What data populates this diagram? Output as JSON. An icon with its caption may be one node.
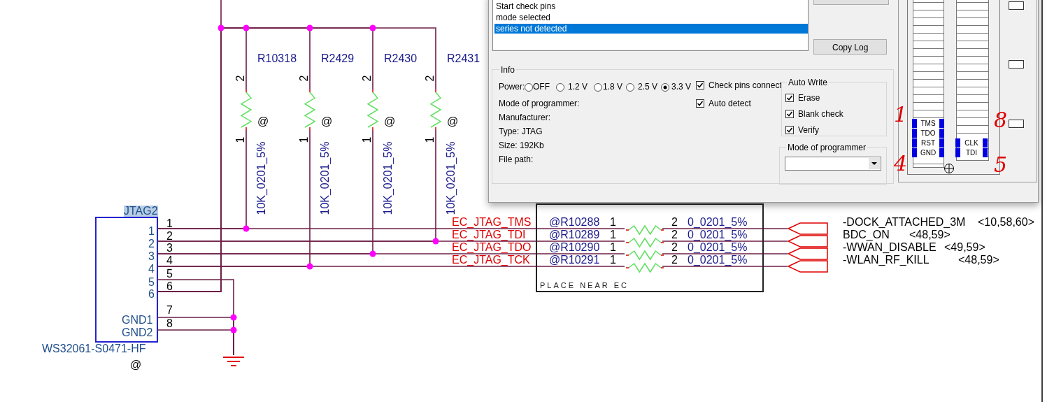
{
  "diagram": {
    "nodes": [
      {
        "text": [
          "JTAG2",
          "1",
          "2",
          "3",
          "4",
          "5",
          "6",
          "GND1",
          "GND2"
        ],
        "beside": [
          "1",
          "2",
          "3",
          "4",
          "5",
          "6",
          "7",
          "8",
          "WS32061-S0471-HF",
          "@"
        ]
      },
      {
        "text": [],
        "shape": "resistor",
        "beside": [
          "R10318",
          "2",
          "@",
          "1",
          "10K_0201_5%"
        ]
      },
      {
        "text": [],
        "shape": "resistor",
        "beside": [
          "R2429",
          "2",
          "@",
          "1",
          "10K_0201_5%"
        ]
      },
      {
        "text": [],
        "shape": "resistor",
        "beside": [
          "R2430",
          "2",
          "@",
          "1",
          "10K_0201_5%"
        ]
      },
      {
        "text": [],
        "shape": "resistor",
        "beside": [
          "R2431",
          "2",
          "@",
          "1",
          "10K_0201_5%"
        ]
      },
      {
        "text": [],
        "shape": "ground"
      },
      {
        "text": [
          "PLACE NEAR EC"
        ]
      },
      {
        "text": [],
        "shape": "resistor",
        "in": 6,
        "beside": [
          "@R10288",
          "1",
          "2",
          "0_0201_5%"
        ]
      },
      {
        "text": [],
        "shape": "resistor",
        "in": 6,
        "beside": [
          "@R10289",
          "1",
          "2",
          "0_0201_5%"
        ]
      },
      {
        "text": [],
        "shape": "resistor",
        "in": 6,
        "beside": [
          "@R10290",
          "1",
          "2",
          "0_0201_5%"
        ]
      },
      {
        "text": [],
        "shape": "resistor",
        "in": 6,
        "beside": [
          "@R10291",
          "1",
          "2",
          "0_0201_5%"
        ]
      },
      {
        "text": [],
        "shape": "connector",
        "beside": [
          "-DOCK_ATTACHED_3M",
          "<10,58,60>"
        ]
      },
      {
        "text": [],
        "shape": "connector",
        "beside": [
          "BDC_ON",
          "<48,59>"
        ]
      },
      {
        "text": [],
        "shape": "connector",
        "beside": [
          "-WWAN_DISABLE",
          "<49,59>"
        ]
      },
      {
        "text": [],
        "shape": "connector",
        "beside": [
          "-WLAN_RF_KILL",
          "<48,59>"
        ]
      },
      {
        "text": [],
        "shape": "window"
      },
      {
        "text": [],
        "shape": "button",
        "in": 15
      },
      {
        "text": [
          "Start check pins",
          "mode selected",
          "series not detected"
        ],
        "in": 15
      },
      {
        "text": [
          "Copy Log"
        ],
        "in": 15
      },
      {
        "text": [
          "Info",
          "Power:",
          "OFF",
          "1.2 V",
          "1.8 V",
          "2.5 V",
          "3.3 V",
          "Check pins connect",
          "Auto detect",
          "Mode of programmer:",
          "Manufacturer:",
          "Type: JTAG",
          "Size: 192Kb",
          "File path:"
        ],
        "in": 15
      },
      {
        "text": [
          "Auto Write",
          "Erase",
          "Blank check",
          "Verify"
        ],
        "in": 19
      },
      {
        "text": [
          "Mode of programmer"
        ],
        "in": 19
      },
      {
        "text": [],
        "shape": "box",
        "in": 15
      }
    ],
    "edges": [
      {
        "from": 0,
        "to": 7,
        "arrow": "none",
        "label": "EC_JTAG_TMS"
      },
      {
        "from": 0,
        "to": 8,
        "arrow": "none",
        "label": "EC_JTAG_TDI"
      },
      {
        "from": 0,
        "to": 9,
        "arrow": "none",
        "label": "EC_JTAG_TDO"
      },
      {
        "from": 0,
        "to": 10,
        "arrow": "none",
        "label": "EC_JTAG_TCK"
      },
      {
        "from": 7,
        "to": 11,
        "arrow": "none"
      },
      {
        "from": 8,
        "to": 12,
        "arrow": "none"
      },
      {
        "from": 9,
        "to": 13,
        "arrow": "none"
      },
      {
        "from": 10,
        "to": 14,
        "arrow": "none"
      },
      {
        "from": 0,
        "to": 1,
        "arrow": "none"
      },
      {
        "from": 0,
        "to": 4,
        "arrow": "none"
      },
      {
        "from": 0,
        "to": 3,
        "arrow": "none"
      },
      {
        "from": 0,
        "to": 2,
        "arrow": "none"
      },
      {
        "from": 0,
        "to": 1,
        "arrow": "none"
      },
      {
        "from": 0,
        "to": 2,
        "arrow": "none"
      },
      {
        "from": 0,
        "to": 3,
        "arrow": "none"
      },
      {
        "from": 0,
        "to": 4,
        "arrow": "none"
      },
      {
        "from": 0,
        "to": 5,
        "arrow": "none"
      },
      {
        "from": 0,
        "to": 5,
        "arrow": "none"
      },
      {
        "from": 0,
        "to": 5,
        "arrow": "none"
      },
      {
        "from": null,
        "to": 0,
        "arrow": "none"
      }
    ],
    "labels": [
      "TMS",
      "TDO",
      "RST",
      "GND",
      "CLK",
      "TDI",
      "1",
      "8",
      "4",
      "5"
    ]
  }
}
